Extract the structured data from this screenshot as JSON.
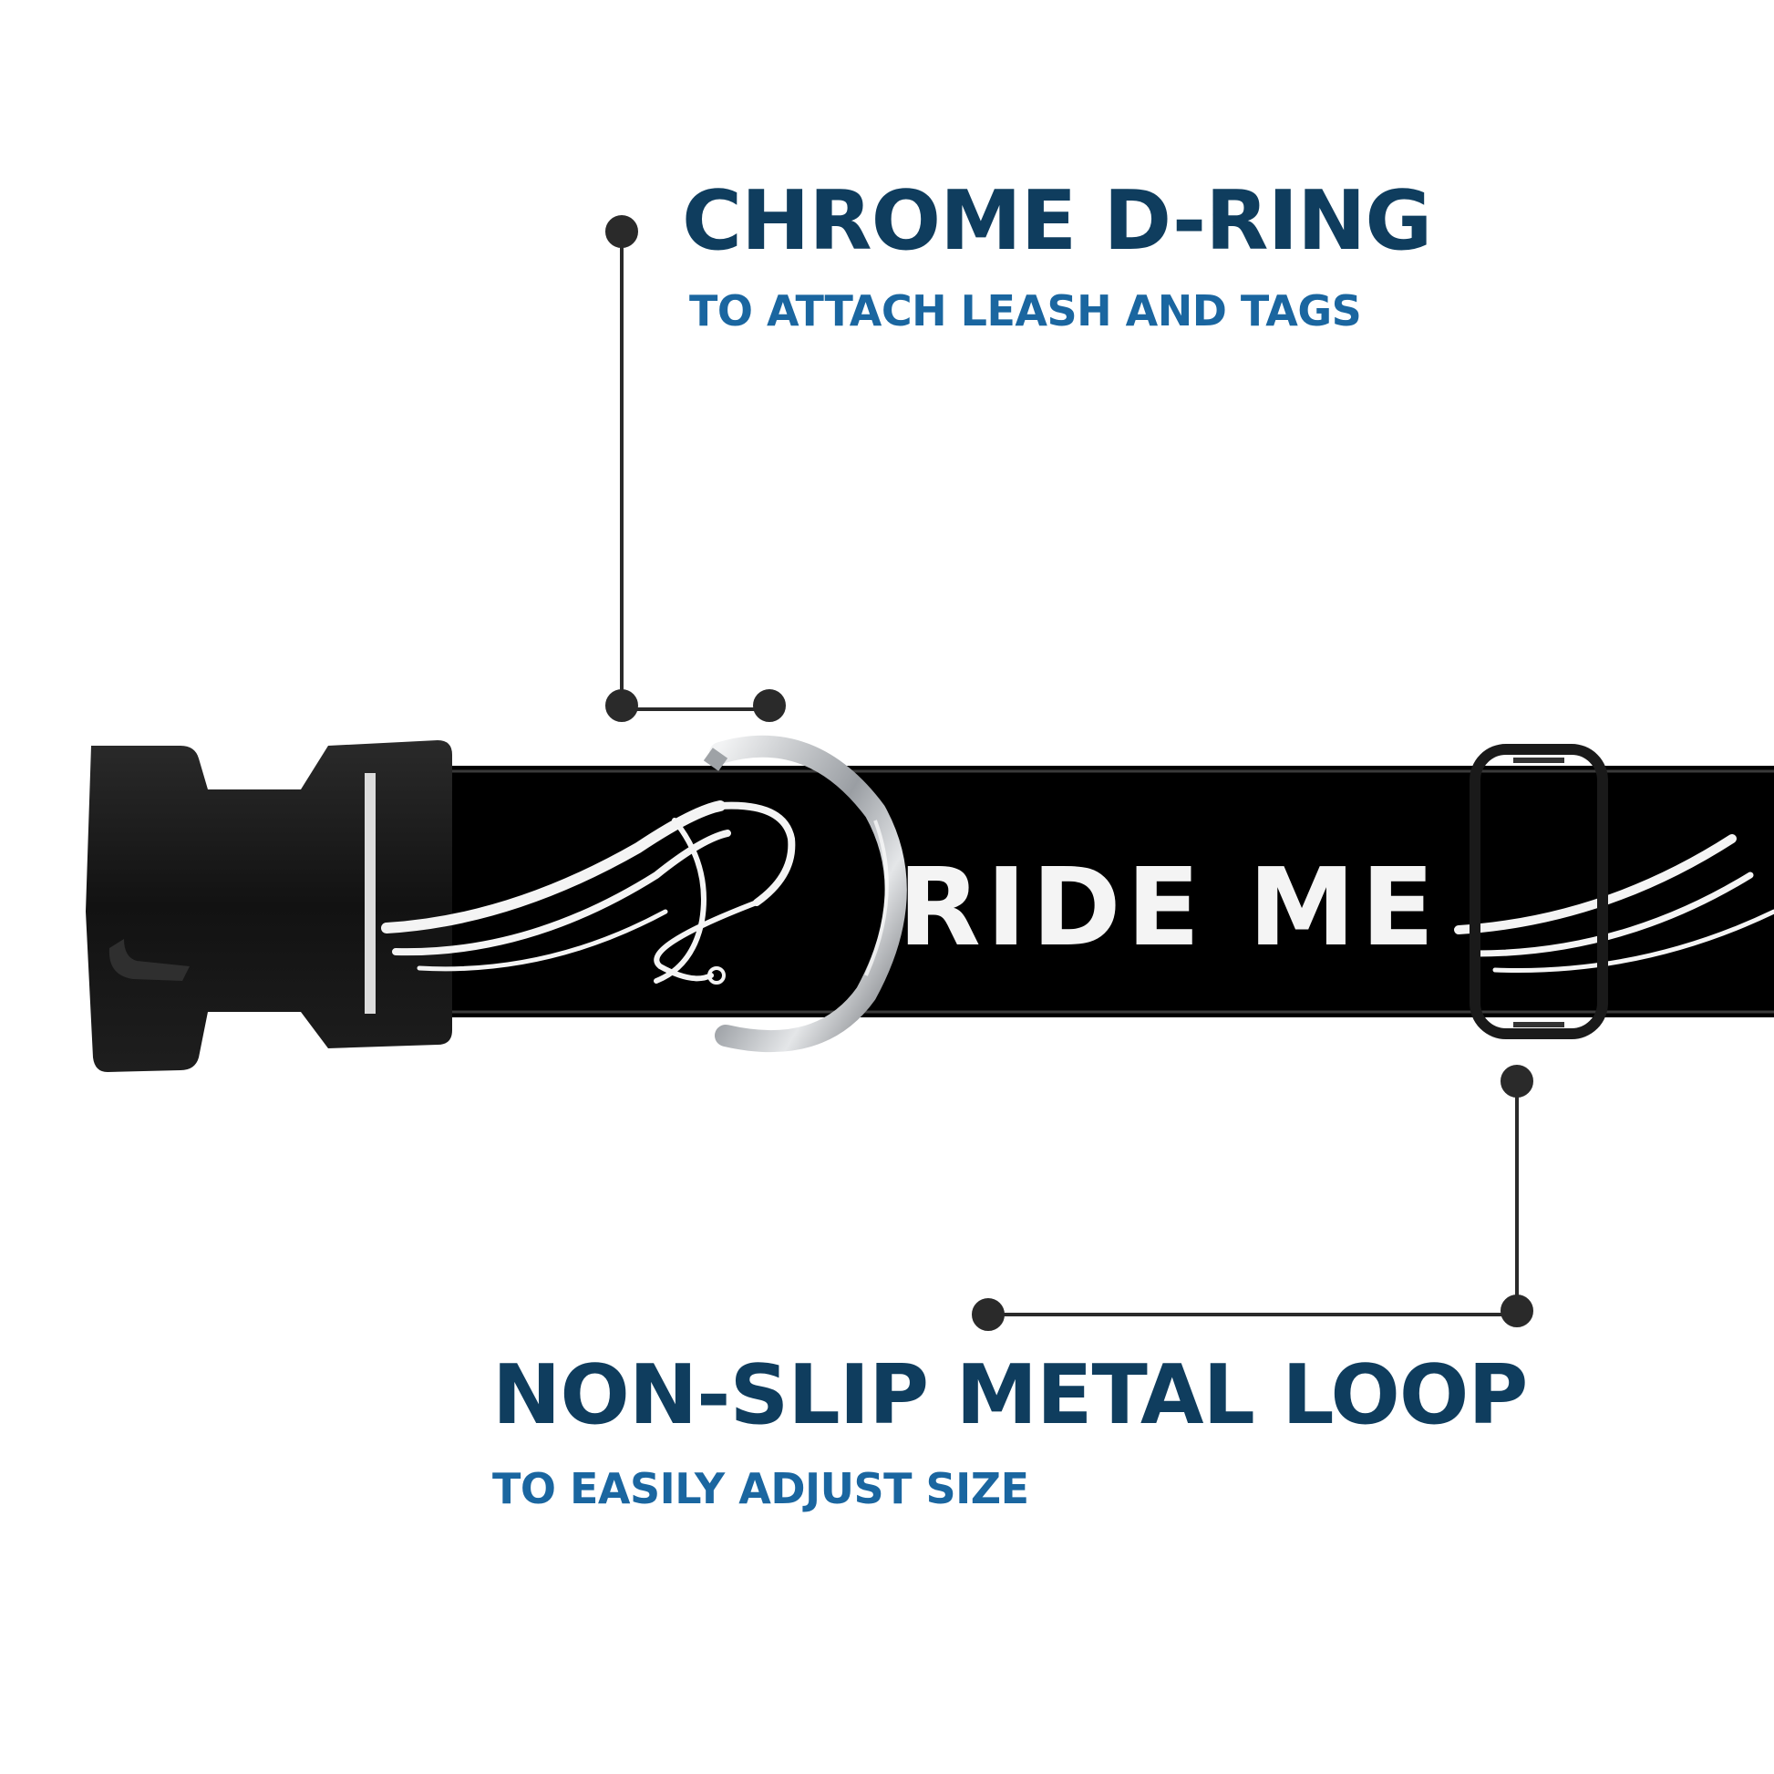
{
  "callouts": {
    "d_ring": {
      "title": "CHROME D-RING",
      "subtitle": "TO ATTACH LEASH AND TAGS"
    },
    "loop": {
      "title": "NON-SLIP METAL LOOP",
      "subtitle": "TO EASILY ADJUST SIZE"
    }
  },
  "collar": {
    "print_text": "RIDE ME"
  },
  "colors": {
    "title": "#0f3d5e",
    "subtitle": "#1a66a0",
    "leader_line": "#2a2a2a",
    "collar_strap": "#000000",
    "collar_print": "#f4f4f4",
    "buckle": "#141414",
    "d_ring_metal": "#b9bcc0"
  }
}
